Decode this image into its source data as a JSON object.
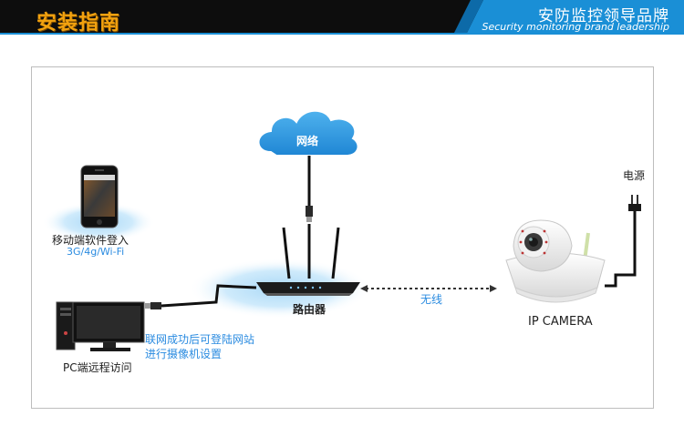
{
  "header": {
    "title": "安装指南",
    "brand_cn": "安防监控领导品牌",
    "brand_en": "Security monitoring brand leadership"
  },
  "diagram": {
    "cloud_label": "网络",
    "mobile_label": "移动端软件登入",
    "mobile_sub": "3G/4g/Wi-Fi",
    "router_label": "路由器",
    "wireless_label": "无线",
    "camera_label": "IP CAMERA",
    "power_label": "电源",
    "pc_label": "PC端远程访问",
    "pc_note_line1": "联网成功后可登陆网站",
    "pc_note_line2": "进行摄像机设置"
  },
  "colors": {
    "header_bg": "#0d0d0d",
    "header_accent": "#1a8fd6",
    "title_color": "#f2a20f",
    "glow_blue": "#bfe2f8",
    "link_blue": "#2a8be0"
  }
}
